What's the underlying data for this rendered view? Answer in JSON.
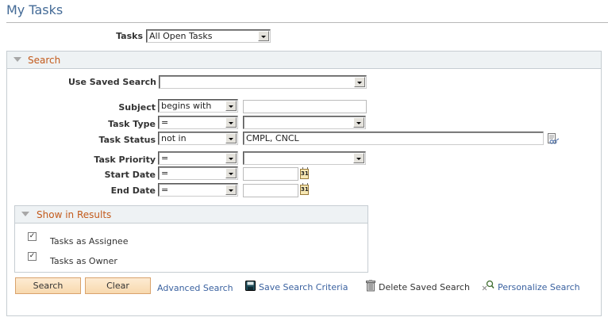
{
  "page": {
    "title": "My Tasks"
  },
  "tasks_filter": {
    "label": "Tasks",
    "value": "All Open Tasks"
  },
  "search_section": {
    "header": "Search",
    "use_saved_search": {
      "label": "Use Saved Search",
      "value": ""
    },
    "fields": {
      "subject": {
        "label": "Subject",
        "operator": "begins with",
        "value": ""
      },
      "task_type": {
        "label": "Task Type",
        "operator": "=",
        "value": ""
      },
      "task_status": {
        "label": "Task Status",
        "operator": "not in",
        "value": "CMPL, CNCL"
      },
      "task_priority": {
        "label": "Task Priority",
        "operator": "=",
        "value": ""
      },
      "start_date": {
        "label": "Start Date",
        "operator": "=",
        "value": ""
      },
      "end_date": {
        "label": "End Date",
        "operator": "=",
        "value": ""
      }
    },
    "calendar_icon_text": "31"
  },
  "show_in_results": {
    "header": "Show in Results",
    "options": [
      {
        "label": "Tasks as Assignee",
        "checked": true
      },
      {
        "label": "Tasks as Owner",
        "checked": true
      }
    ],
    "check_mark": "✓"
  },
  "actions": {
    "search": "Search",
    "clear": "Clear",
    "advanced_search": "Advanced Search",
    "save_search_criteria": "Save Search Criteria",
    "delete_saved_search": "Delete Saved Search",
    "personalize_search": "Personalize Search"
  },
  "colors": {
    "title": "#436a96",
    "section_header_text": "#c35a1b",
    "link": "#3b62a0",
    "button_bg": "#fbe3c2",
    "section_header_bg": "#eef2f4"
  }
}
